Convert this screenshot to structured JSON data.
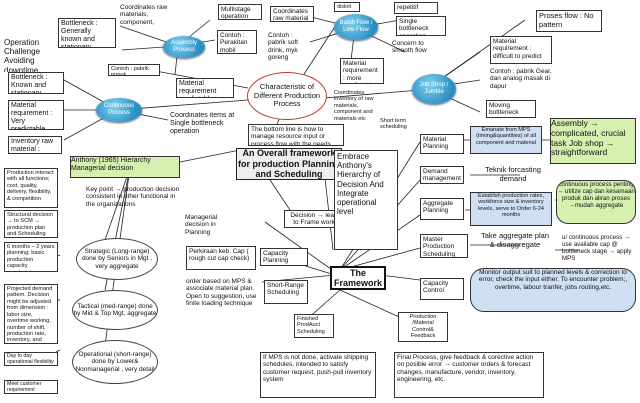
{
  "nodes": {
    "title": "An Overall framework for production Planning and Scheduling",
    "production_process": "Characteristic of Different Production Process",
    "framework": "The Framework",
    "bottleneck_note": "The bottom line is how to manage resource input or process flow with the needs",
    "decision_frame": "Decision → lead to Frame work",
    "embrace": "Embrace Anthony's Hierarchy of Decision And Integrate operational level",
    "anthony": "Anthony (1965) Hierarchy Managerial decision",
    "key_point": "Key point → production decision consistent in other functional in the organizations",
    "managerial_decision": "Managerial decision in Planning",
    "strategic": "Strategic (Long-range) done by Seniors in Mgt , very aggregate",
    "tactical": "Tactical (med-range) done by Mid & Top Mgt, aggregate",
    "operational": "Operational (short-range) done by Lower& Nonmanagerial , very detail",
    "prod_interacts": "Production interact with all functions; cost, quality, delivery, flexibility, & competition",
    "structural": "Structural decision → to SCM → production plan and Scheduling",
    "six_months": "6 months – 2 years planning; basic production capacity constraints",
    "projected": "Projected demand pattern. Decision might be adjusted from dimension : labor size, overtime working, number of shift, production rate, inventory, and shipping",
    "day_to_day": "Day to day operational flexibility",
    "meet_customer": "Meet customer requirement",
    "op_challenge": "Operation Challenge Avoiding downtime",
    "bottleneck_general": "Bottleneck : Generally known and stationary",
    "assembly_process": "Assembly Process",
    "coordinates_raw": "Coordinates raw materials, component,",
    "multistage": "Multistage operation",
    "contoh_perakitan": "Contoh : Perakitan mobil",
    "contoh_pabrik_pupuk": "Contoh : pabrik pupuk",
    "material_req_predictable": "Material requirement predictable",
    "coordinates_single": "Coordinates items at Single bottleneck operation",
    "bottleneck_known": "Bottleneck : Known and stationary",
    "material_very_pred": "Material requirement : Very predictable",
    "continuous_process": "Continuous Process",
    "inventory_raw": "Inventory raw material : Large",
    "coordinates_raw2": "Coordinates raw material",
    "contoh_softdrink": "Contoh : pabrik soft drink, myk goreng",
    "batch_flow": "Batch Flow / Line Flow",
    "diskrit": "diskrit",
    "repetitif": "repetitif",
    "single_bottleneck": "Single bottleneck operation",
    "concern_smooth": "Concern to smooth flow",
    "material_more_pred": "Material requirement : more predictable",
    "coordinates_inv": "Coordinates inventory of raw materials, component and materials etc",
    "job_shop": "Job Shop / Jumble",
    "proses_flow": "Proses flow : No pattern",
    "material_difficult": "Material requirement : difficult to predict",
    "contoh_gear": "Contoh : pabrik Gear, dan analog masak di dapur",
    "moving_bottleneck": "Moving bottleneck",
    "short_term": "Short term scheduling",
    "material_planning": "Material Planning",
    "emanate": "Emanate from MPS (timing&quantities) of all component and material",
    "assembly_complicated": "Assembly → complicated, crucial task Job shop → straightforward",
    "demand_mgmt": "Demand management",
    "teknik_forcasting": "Teknik forcasting demand",
    "aggregate_planning": "Aggregate Planning",
    "establish": "Establish production rates, workforce size & inventory levels, serve to Order 6-24 months",
    "continuous_penting": "continuous process penting → utilize cap dan kesamaan produk dan aliran proses →mudah aggregate",
    "master_schedule": "Master Production Scheduling",
    "take_aggregate": "Take aggregate plan & disaggregate",
    "continuous_use": "u/ continuous process → use available cap @ bottleneck stage → apply MPS",
    "capacity_control": "Capacity Control",
    "monitor_output": "Monitor output suit to planned levels & correction to error, check the input either. To encounter problem;, overtime, labour tranfer, jobs routing,etc.",
    "perkiraan": "Perkiraan keb. Cap ( rough cut cap check)",
    "capacity_planning": "Capacity Planning",
    "order_based": "order based on MPS & associate material plan. Open to suggestion, use finite loading technique",
    "short_range": "Short-Range Scheduling",
    "finished_prod": "Finished ProdAuct Scheduling",
    "mps_not_done": "If MPS is not done, activate shipping schedules, intended to satisfy customer request, push-pull inventory system",
    "production_feedback": "Production /Material Control& Feedback",
    "final_process": "Final Process, give feedback & corective action on posible error → customer orders & forecast changes, manufacture, vendor, inventory, engineering, etc."
  }
}
